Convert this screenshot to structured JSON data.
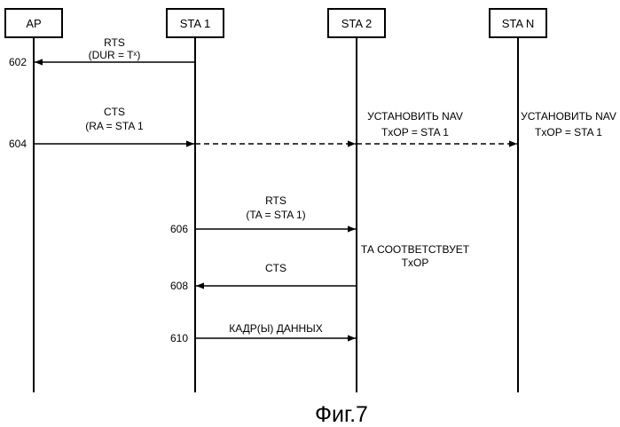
{
  "entities": [
    {
      "id": "ap",
      "label": "AP"
    },
    {
      "id": "sta1",
      "label": "STA 1"
    },
    {
      "id": "sta2",
      "label": "STA 2"
    },
    {
      "id": "stan",
      "label": "STA N"
    }
  ],
  "messages": [
    {
      "step": "602",
      "lines": [
        "RTS",
        "(DUR = Tˣ)"
      ],
      "from": "sta1",
      "to": "ap",
      "dashed": false
    },
    {
      "step": "604",
      "lines": [
        "CTS",
        "(RA = STA 1"
      ],
      "from": "ap",
      "to": "sta1",
      "dashed": false
    },
    {
      "step": "",
      "lines": [],
      "from": "sta1",
      "to": "sta2",
      "dashed": true
    },
    {
      "step": "",
      "lines": [],
      "from": "sta2",
      "to": "stan",
      "dashed": true
    },
    {
      "step": "606",
      "lines": [
        "RTS",
        "(TA = STA 1)"
      ],
      "from": "sta1",
      "to": "sta2",
      "dashed": false
    },
    {
      "step": "608",
      "lines": [
        "CTS"
      ],
      "from": "sta2",
      "to": "sta1",
      "dashed": false
    },
    {
      "step": "610",
      "lines": [
        "КАДР(Ы) ДАННЫХ"
      ],
      "from": "sta1",
      "to": "sta2",
      "dashed": false
    }
  ],
  "annotations": [
    {
      "id": "sta2-nav",
      "lines": [
        "УСТАНОВИТЬ NAV",
        "TxOP = STA 1"
      ]
    },
    {
      "id": "stan-nav",
      "lines": [
        "УСТАНОВИТЬ NAV",
        "TxOP = STA 1"
      ]
    },
    {
      "id": "sta2-match",
      "lines": [
        "ТА СООТВЕТСТВУЕТ",
        "TxOP"
      ]
    }
  ],
  "caption": "Фиг.7"
}
